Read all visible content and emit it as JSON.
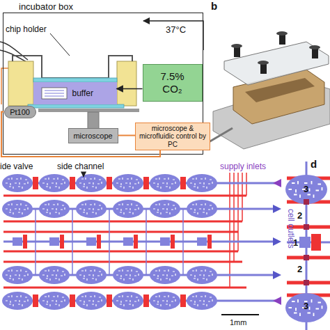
{
  "diagram": {
    "nodes": [
      {
        "text": [
          "incubator box"
        ]
      },
      {
        "text": [
          "7.5% CO₂"
        ],
        "in": 0
      },
      {
        "text": [
          "buffer"
        ],
        "in": 0
      },
      {
        "text": [
          "Pt100"
        ],
        "in": 0
      },
      {
        "text": [
          "microscope"
        ],
        "in": 0
      },
      {
        "text": [
          "microscope & microfluidic control by PC"
        ]
      }
    ],
    "edges": [
      {
        "from": 1,
        "to": 2,
        "arrow": "to"
      },
      {
        "from": 5,
        "to": 3,
        "arrow": "none"
      },
      {
        "from": 5,
        "to": 4,
        "arrow": "none"
      }
    ],
    "labels": [
      "b",
      "chip holder",
      "37°C",
      "ide valve",
      "side channel",
      "supply inlets",
      "cell outlets",
      "1mm",
      "d",
      "3",
      "2",
      "1",
      "2",
      "3"
    ]
  }
}
